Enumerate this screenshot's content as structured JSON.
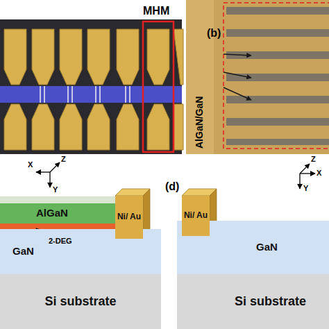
{
  "diagram": {
    "nodes": [
      {
        "text": [
          "AlGaN"
        ]
      },
      {
        "text": [
          "Ni/ Au"
        ]
      },
      {
        "text": [
          "GaN"
        ]
      },
      {
        "text": [
          "Si substrate"
        ]
      },
      {
        "text": [
          "Ni/ Au"
        ]
      },
      {
        "text": [
          "GaN"
        ]
      },
      {
        "text": [
          "Si substrate"
        ]
      }
    ],
    "labels": [
      "MHM",
      "(b)",
      "AlGaN/GaN",
      "X",
      "Z",
      "Y",
      "2-DEG",
      "(d)",
      "X",
      "Z",
      "Y"
    ]
  }
}
